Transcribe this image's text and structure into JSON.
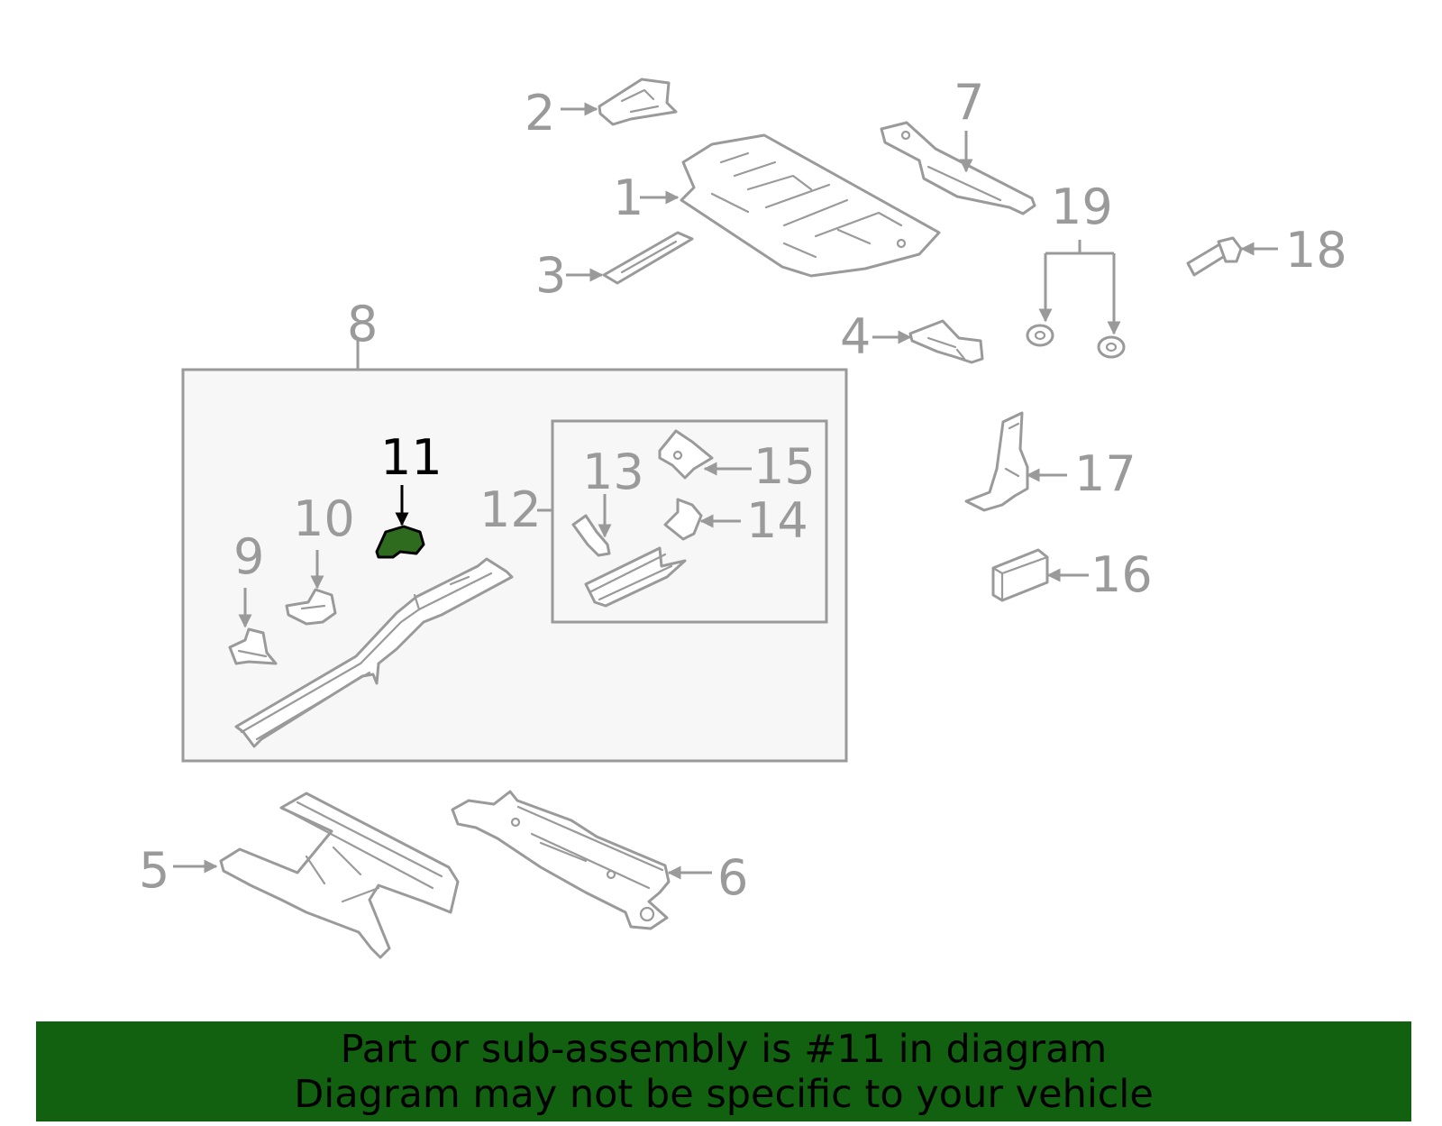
{
  "diagram": {
    "highlighted_part": "11",
    "highlight_color": "#2f6b1f",
    "line_color": "#9a9a9a",
    "callouts": {
      "c1": "1",
      "c2": "2",
      "c3": "3",
      "c4": "4",
      "c5": "5",
      "c6": "6",
      "c7": "7",
      "c8": "8",
      "c9": "9",
      "c10": "10",
      "c11": "11",
      "c12": "12",
      "c13": "13",
      "c14": "14",
      "c15": "15",
      "c16": "16",
      "c17": "17",
      "c18": "18",
      "c19": "19"
    }
  },
  "banner": {
    "background": "#116110",
    "line1": "Part or sub-assembly is #11 in diagram",
    "line2": "Diagram may not be specific to your vehicle"
  }
}
